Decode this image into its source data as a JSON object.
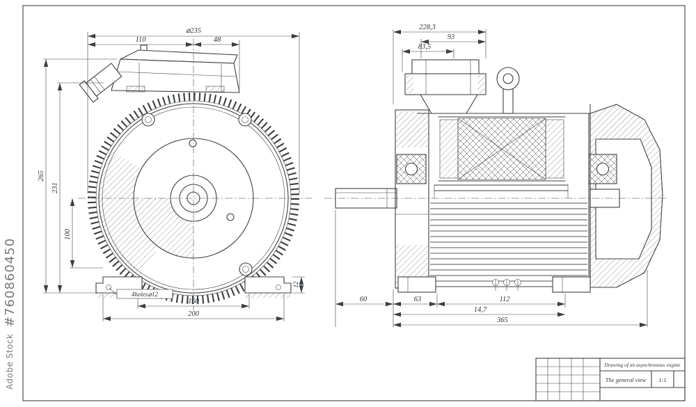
{
  "watermark": {
    "brand": "Adobe Stock",
    "asset_id": "#760860450"
  },
  "front_view": {
    "dims": {
      "diameter": "⌀235",
      "top_left": "110",
      "top_right": "48",
      "height_overall": "265",
      "height_mid": "231",
      "height_inner": "100",
      "feet_inner": "160",
      "feet_outer": "200",
      "holes_note": "4holes⌀12",
      "foot_height": "12"
    }
  },
  "side_view": {
    "dims": {
      "top_overall": "228,3",
      "top_mid": "93",
      "top_inner": "83,5",
      "shaft": "60",
      "front_block": "63",
      "feet_span": "112",
      "body_lower": "14,7",
      "length_overall": "365"
    }
  },
  "title_block": {
    "title": "Drawing of an asynchronous engine",
    "subtitle": "The general view",
    "scale": "1:1"
  },
  "colors": {
    "line": "#3b3f42",
    "watermark": "#7a7a7a",
    "paper": "#ffffff"
  }
}
